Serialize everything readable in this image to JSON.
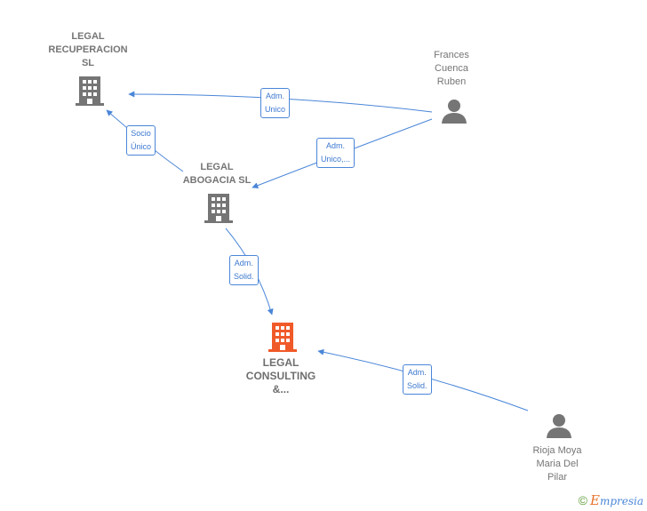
{
  "nodes": {
    "legal_recuperacion": {
      "label_lines": [
        "LEGAL",
        "RECUPERACION",
        "SL"
      ]
    },
    "frances_cuenca": {
      "label_lines": [
        "Frances",
        "Cuenca",
        "Ruben"
      ]
    },
    "legal_abogacia": {
      "label_lines": [
        "LEGAL",
        "ABOGACIA SL"
      ]
    },
    "legal_consulting": {
      "label_lines": [
        "LEGAL",
        "CONSULTING",
        "&..."
      ]
    },
    "rioja_moya": {
      "label_lines": [
        "Rioja Moya",
        "Maria Del",
        "Pilar"
      ]
    }
  },
  "edges": {
    "frances_to_recuperacion": {
      "label_lines": [
        "Adm.",
        "Unico"
      ]
    },
    "frances_to_abogacia": {
      "label_lines": [
        "Adm.",
        "Unico,..."
      ]
    },
    "abogacia_to_recuperacion": {
      "label_lines": [
        "Socio",
        "Único"
      ]
    },
    "abogacia_to_consulting": {
      "label_lines": [
        "Adm.",
        "Solid."
      ]
    },
    "rioja_to_consulting": {
      "label_lines": [
        "Adm.",
        "Solid."
      ]
    }
  },
  "colors": {
    "company_icon": "#757575",
    "main_company_icon": "#f05a28",
    "person_icon": "#757575",
    "edge": "#4a86d8"
  },
  "watermark": {
    "copyright": "©",
    "brand_initial": "E",
    "brand_rest": "mpresia"
  }
}
